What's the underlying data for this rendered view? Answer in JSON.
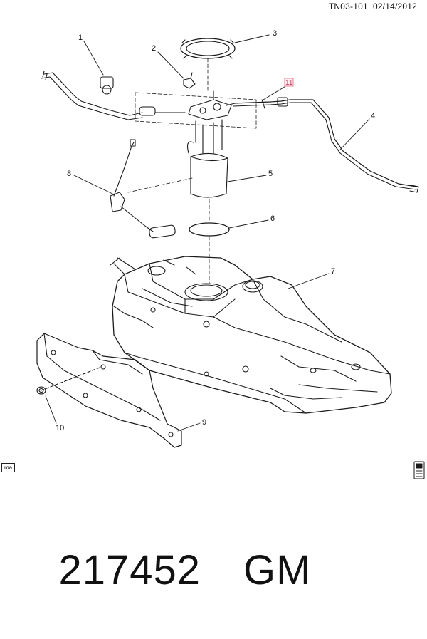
{
  "header": {
    "doc_ref": "TN03-101",
    "date": "02/14/2012"
  },
  "callouts": [
    {
      "id": "1",
      "text": "1"
    },
    {
      "id": "2",
      "text": "2"
    },
    {
      "id": "3",
      "text": "3"
    },
    {
      "id": "4",
      "text": "4"
    },
    {
      "id": "5",
      "text": "5"
    },
    {
      "id": "6",
      "text": "6"
    },
    {
      "id": "7",
      "text": "7"
    },
    {
      "id": "8",
      "text": "8"
    },
    {
      "id": "9",
      "text": "9"
    },
    {
      "id": "10",
      "text": "10"
    },
    {
      "id": "11",
      "text": "11"
    }
  ],
  "badges": {
    "ma": "ma"
  },
  "footer": {
    "part_number": "217452",
    "brand": "GM"
  },
  "colors": {
    "line": "#1a1a1a",
    "highlight_callout": "#e0607a"
  }
}
